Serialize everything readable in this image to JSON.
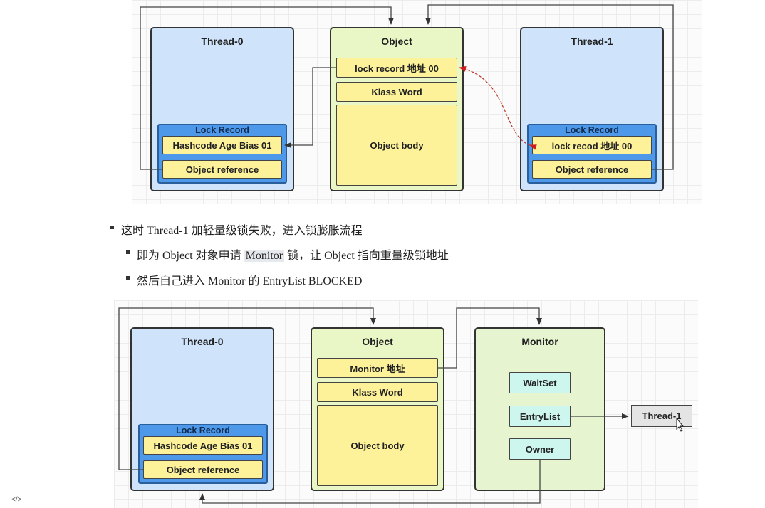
{
  "top": {
    "thread0": {
      "title": "Thread-0",
      "lock_record": "Lock Record",
      "field1": "Hashcode Age Bias 01",
      "field2": "Object reference"
    },
    "object": {
      "title": "Object",
      "field1": "lock  record 地址 00",
      "field2": "Klass Word",
      "body": "Object body"
    },
    "thread1": {
      "title": "Thread-1",
      "lock_record": "Lock Record",
      "field1": "lock recod 地址 00",
      "field2": "Object reference"
    }
  },
  "bullets": {
    "b1": "这时 Thread-1 加轻量级锁失败，进入锁膨胀流程",
    "b2_pre": "即为 Object 对象申请 ",
    "b2_hl": "Monitor",
    "b2_post": " 锁，让 Object 指向重量级锁地址",
    "b3": "然后自己进入 Monitor 的 EntryList BLOCKED"
  },
  "bottom": {
    "thread0": {
      "title": "Thread-0",
      "lock_record": "Lock Record",
      "field1": "Hashcode Age Bias 01",
      "field2": "Object reference"
    },
    "object": {
      "title": "Object",
      "field1": "Monitor 地址",
      "field2": "Klass Word",
      "body": "Object body"
    },
    "monitor": {
      "title": "Monitor",
      "waitset": "WaitSet",
      "entrylist": "EntryList",
      "owner": "Owner"
    },
    "blocked_thread": "Thread-1"
  },
  "colors": {
    "thread_bg": "#cfe4fb",
    "object_bg": "#e9f7c6",
    "lock_record_bg": "#4d98e8",
    "field_bg": "#fdf29a",
    "monitor_field_bg": "#cdf6ee",
    "arrow_red": "#c0392b"
  },
  "icons": {
    "corner": "code-icon"
  },
  "corner_icon": "</>"
}
